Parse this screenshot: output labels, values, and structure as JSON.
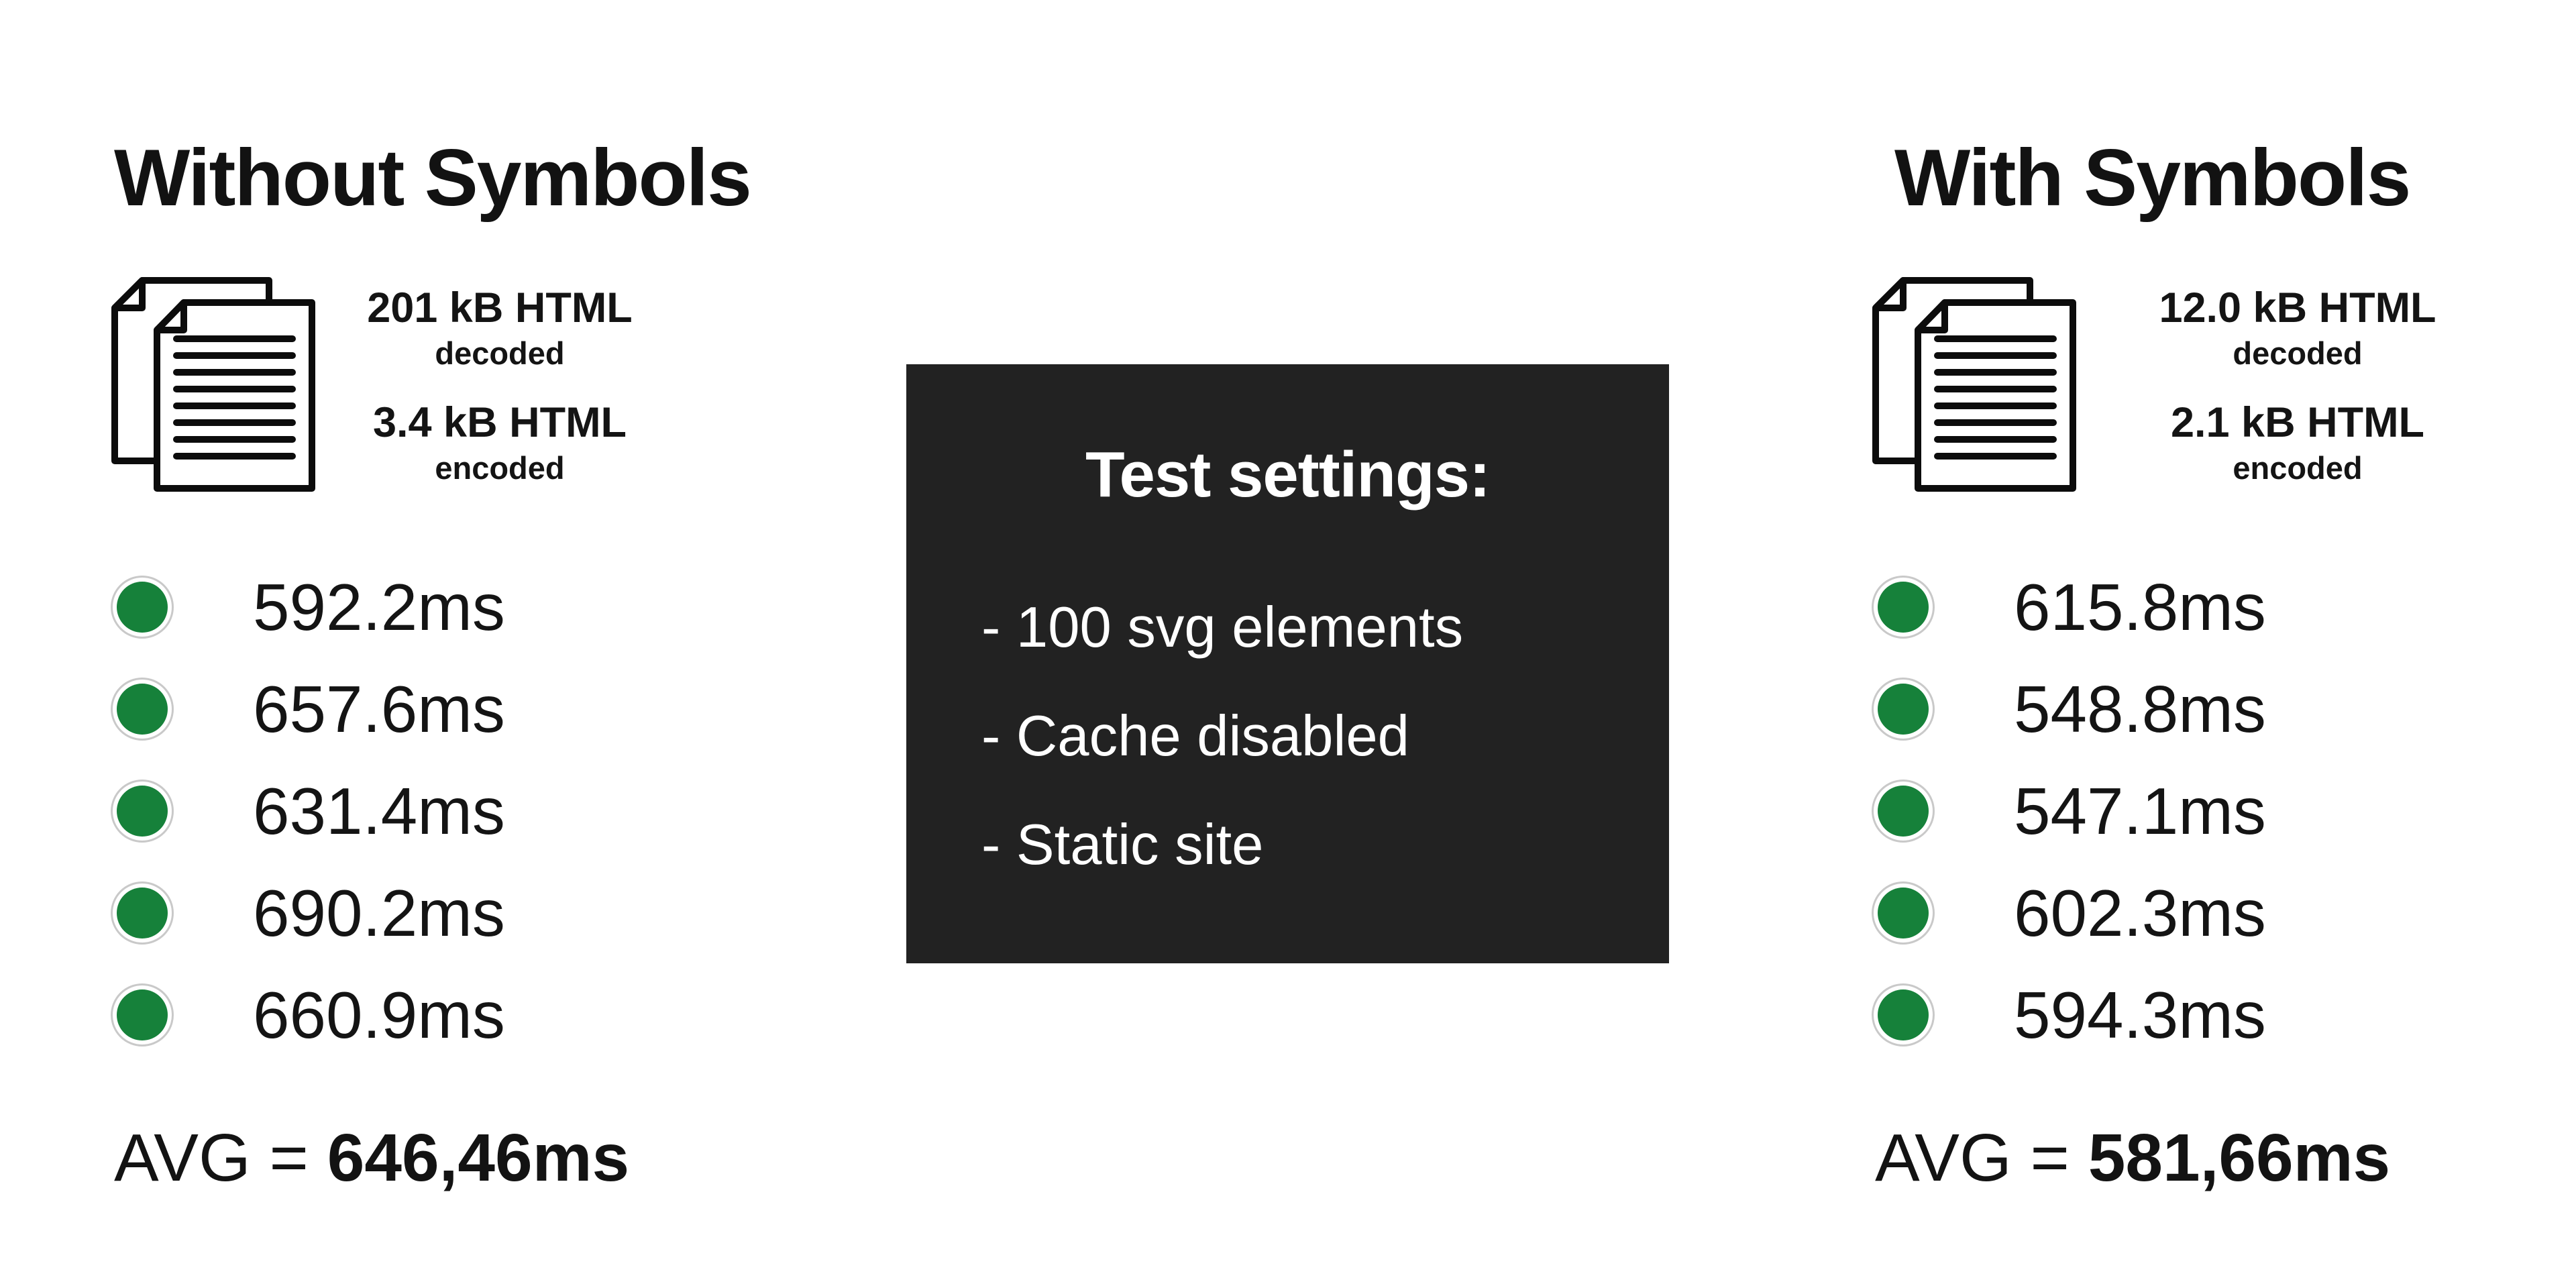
{
  "colors": {
    "background": "#ffffff",
    "text": "#141414",
    "box_background": "#222222",
    "box_text": "#ffffff",
    "dot_green": "#16813a",
    "dot_ring": "#c9c9c9"
  },
  "left": {
    "title": "Without Symbols",
    "file": {
      "decoded_size": "201 kB HTML",
      "decoded_label": "decoded",
      "encoded_size": "3.4 kB HTML",
      "encoded_label": "encoded"
    },
    "timings": [
      "592.2ms",
      "657.6ms",
      "631.4ms",
      "690.2ms",
      "660.9ms"
    ],
    "avg_prefix": "AVG = ",
    "avg_value": "646,46ms"
  },
  "center_box": {
    "title": "Test settings:",
    "items": [
      "- 100 svg elements",
      "- Cache disabled",
      "- Static site"
    ]
  },
  "right": {
    "title": "With Symbols",
    "file": {
      "decoded_size": "12.0 kB HTML",
      "decoded_label": "decoded",
      "encoded_size": "2.1 kB HTML",
      "encoded_label": "encoded"
    },
    "timings": [
      "615.8ms",
      "548.8ms",
      "547.1ms",
      "602.3ms",
      "594.3ms"
    ],
    "avg_prefix": "AVG = ",
    "avg_value": "581,66ms"
  }
}
